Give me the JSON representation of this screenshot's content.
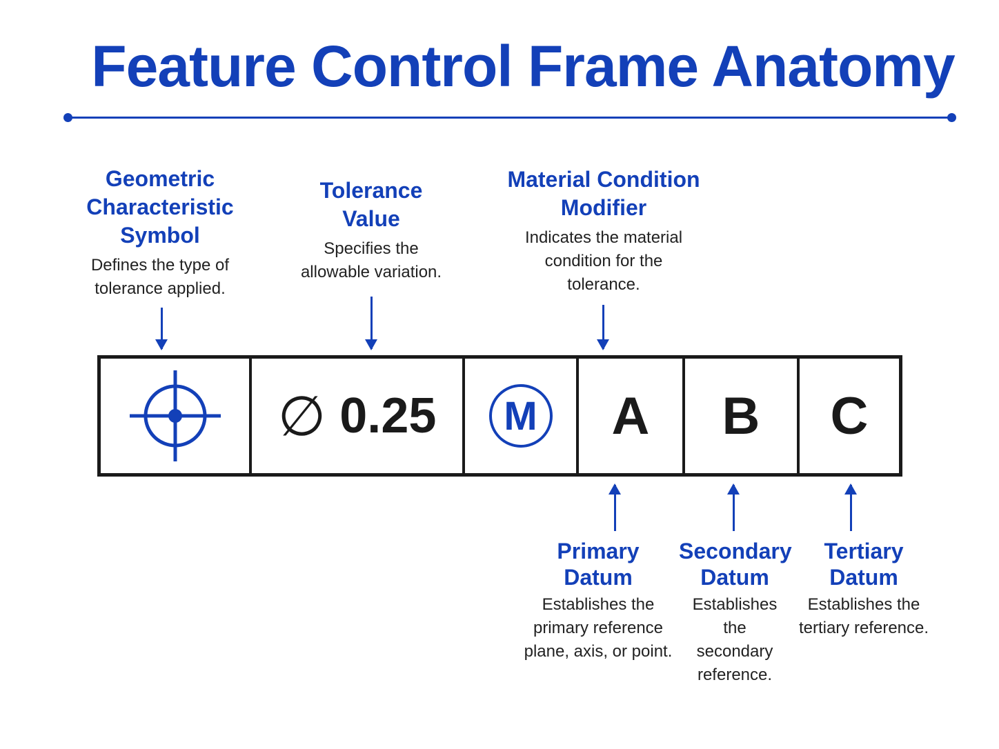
{
  "title": "Feature Control Frame Anatomy",
  "callouts": {
    "symbol": {
      "title": "Geometric Characteristic Symbol",
      "title_lines": [
        "Geometric",
        "Characteristic",
        "Symbol"
      ],
      "desc_lines": [
        "Defines the type of",
        "tolerance applied."
      ]
    },
    "tolerance": {
      "title_lines": [
        "Tolerance",
        "Value"
      ],
      "desc_lines": [
        "Specifies the",
        "allowable variation."
      ]
    },
    "modifier": {
      "title_lines": [
        "Material Condition",
        "Modifier"
      ],
      "desc_lines": [
        "Indicates the material",
        "condition for the",
        "tolerance."
      ]
    },
    "primary": {
      "title_lines": [
        "Primary",
        "Datum"
      ],
      "desc_lines": [
        "Establishes the",
        "primary reference",
        "plane, axis, or point."
      ]
    },
    "secondary": {
      "title_lines": [
        "Secondary",
        "Datum"
      ],
      "desc_lines": [
        "Establishes the",
        "secondary",
        "reference."
      ]
    },
    "tertiary": {
      "title_lines": [
        "Tertiary",
        "Datum"
      ],
      "desc_lines": [
        "Establishes the",
        "tertiary reference."
      ]
    }
  },
  "frame": {
    "symbol_icon": "position-crosshair-icon",
    "diameter_symbol": "∅",
    "tolerance_value": "0.25",
    "modifier": "M",
    "datums": [
      "A",
      "B",
      "C"
    ]
  },
  "colors": {
    "accent": "#1340b8",
    "frame": "#1a1a1a",
    "text": "#222222"
  }
}
